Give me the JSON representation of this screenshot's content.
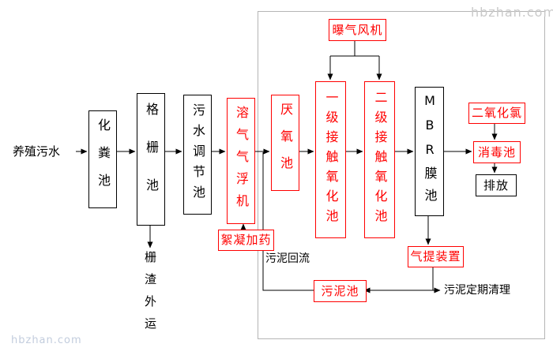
{
  "diagram": {
    "source_label": "养殖污水",
    "nodes": {
      "septic": "化粪池",
      "screen": "格栅池",
      "regulating": "污水调节池",
      "daf": "溶气气浮机",
      "anaerobic": "厌氧池",
      "contact1": "一级接触氧化池",
      "contact2": "二级接触氧化池",
      "mbr": "MBR膜池",
      "blower": "曝气风机",
      "flocculant": "絮凝加药",
      "clo2": "二氧化氯",
      "disinfection": "消毒池",
      "discharge": "排放",
      "airlift": "气提装置",
      "sludge_tank": "污泥池"
    },
    "labels": {
      "screen_residue": "栅渣外运",
      "sludge_return": "污泥回流",
      "sludge_cleanup": "污泥定期清理"
    },
    "colors": {
      "highlight": "#ff0000",
      "line": "#000000",
      "frame": "#b5b5b5"
    }
  },
  "watermark": {
    "top_right": "hbzhan.com",
    "bottom_left": "hbzhan.com"
  }
}
